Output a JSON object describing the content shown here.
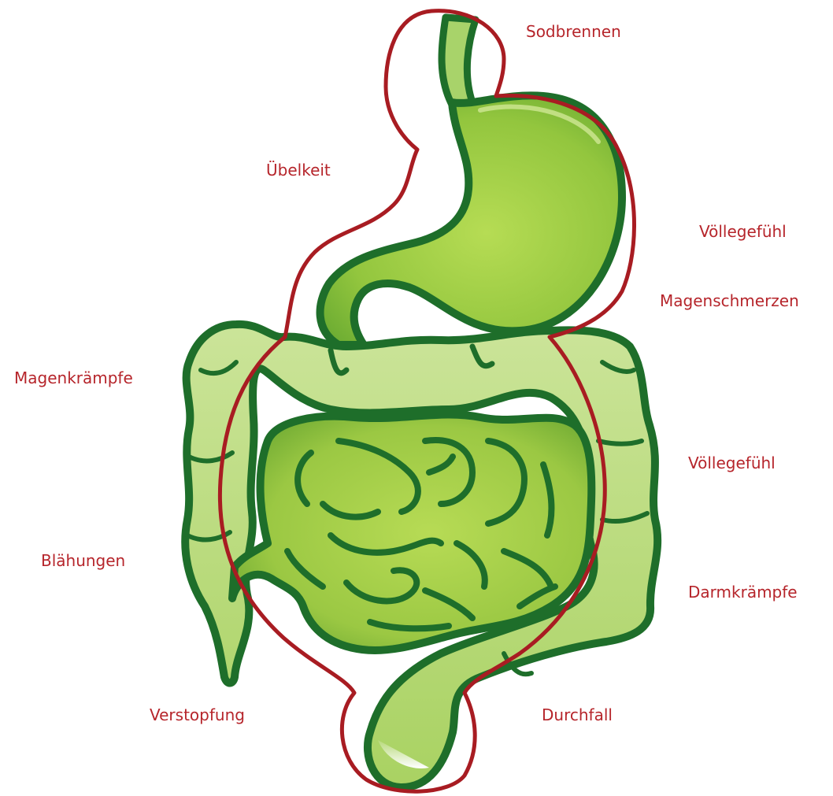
{
  "labels": {
    "heartburn": "Sodbrennen",
    "nausea": "Übelkeit",
    "fullness_stomach": "Völlegefühl",
    "stomach_pain": "Magenschmerzen",
    "stomach_cramps": "Magenkrämpfe",
    "fullness_bowel": "Völlegefühl",
    "bloating": "Blähungen",
    "bowel_cramps": "Darmkrämpfe",
    "constipation": "Verstopfung",
    "diarrhea": "Durchfall"
  },
  "colors": {
    "label_red": "#b6252b",
    "outline_red": "#a81c22",
    "organ_outline": "#1e6e2a",
    "organ_fill": "#9ccd4c",
    "organ_fill_light": "#c4e08a",
    "intestine_fill": "#a8d056"
  },
  "icons": {
    "stomach": "stomach-shape",
    "large_intestine": "colon-shape",
    "small_intestine": "small-intestine-shape"
  }
}
